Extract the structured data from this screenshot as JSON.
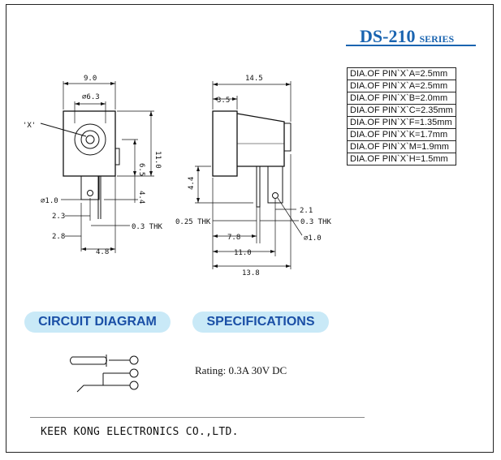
{
  "title": {
    "model": "DS-210",
    "series": "SERIES"
  },
  "pin_table": [
    "DIA.OF PIN`X`A=2.5mm",
    "DIA.OF PIN`X`A=2.5mm",
    "DIA.OF PIN`X`B=2.0mm",
    "DIA.OF PIN`X`C=2.35mm",
    "DIA.OF PIN`X`F=1.35mm",
    "DIA.OF PIN`X`K=1.7mm",
    "DIA.OF PIN`X`M=1.9mm",
    "DIA.OF PIN`X`H=1.5mm"
  ],
  "front_view": {
    "width": "9.0",
    "dia": "∅6.3",
    "pin_label": "'X'",
    "height": "11.0",
    "height_inner": "6.5",
    "pin_len": "4.4",
    "hole": "∅1.0",
    "d1": "2.3",
    "thk": "0.3 THK",
    "d2": "2.8",
    "d3": "4.8"
  },
  "side_view": {
    "length": "14.5",
    "d_left": "3.5",
    "pin_len": "4.4",
    "d21": "2.1",
    "thk_left": "0.25 THK",
    "thk_right": "0.3 THK",
    "d78": "7.8",
    "hole": "∅1.0",
    "d110": "11.0",
    "d138": "13.8"
  },
  "sections": {
    "circuit": "CIRCUIT DIAGRAM",
    "specifications": "SPECIFICATIONS"
  },
  "rating": "Rating: 0.3A 30V DC",
  "company": "KEER KONG ELECTRONICS CO.,LTD."
}
